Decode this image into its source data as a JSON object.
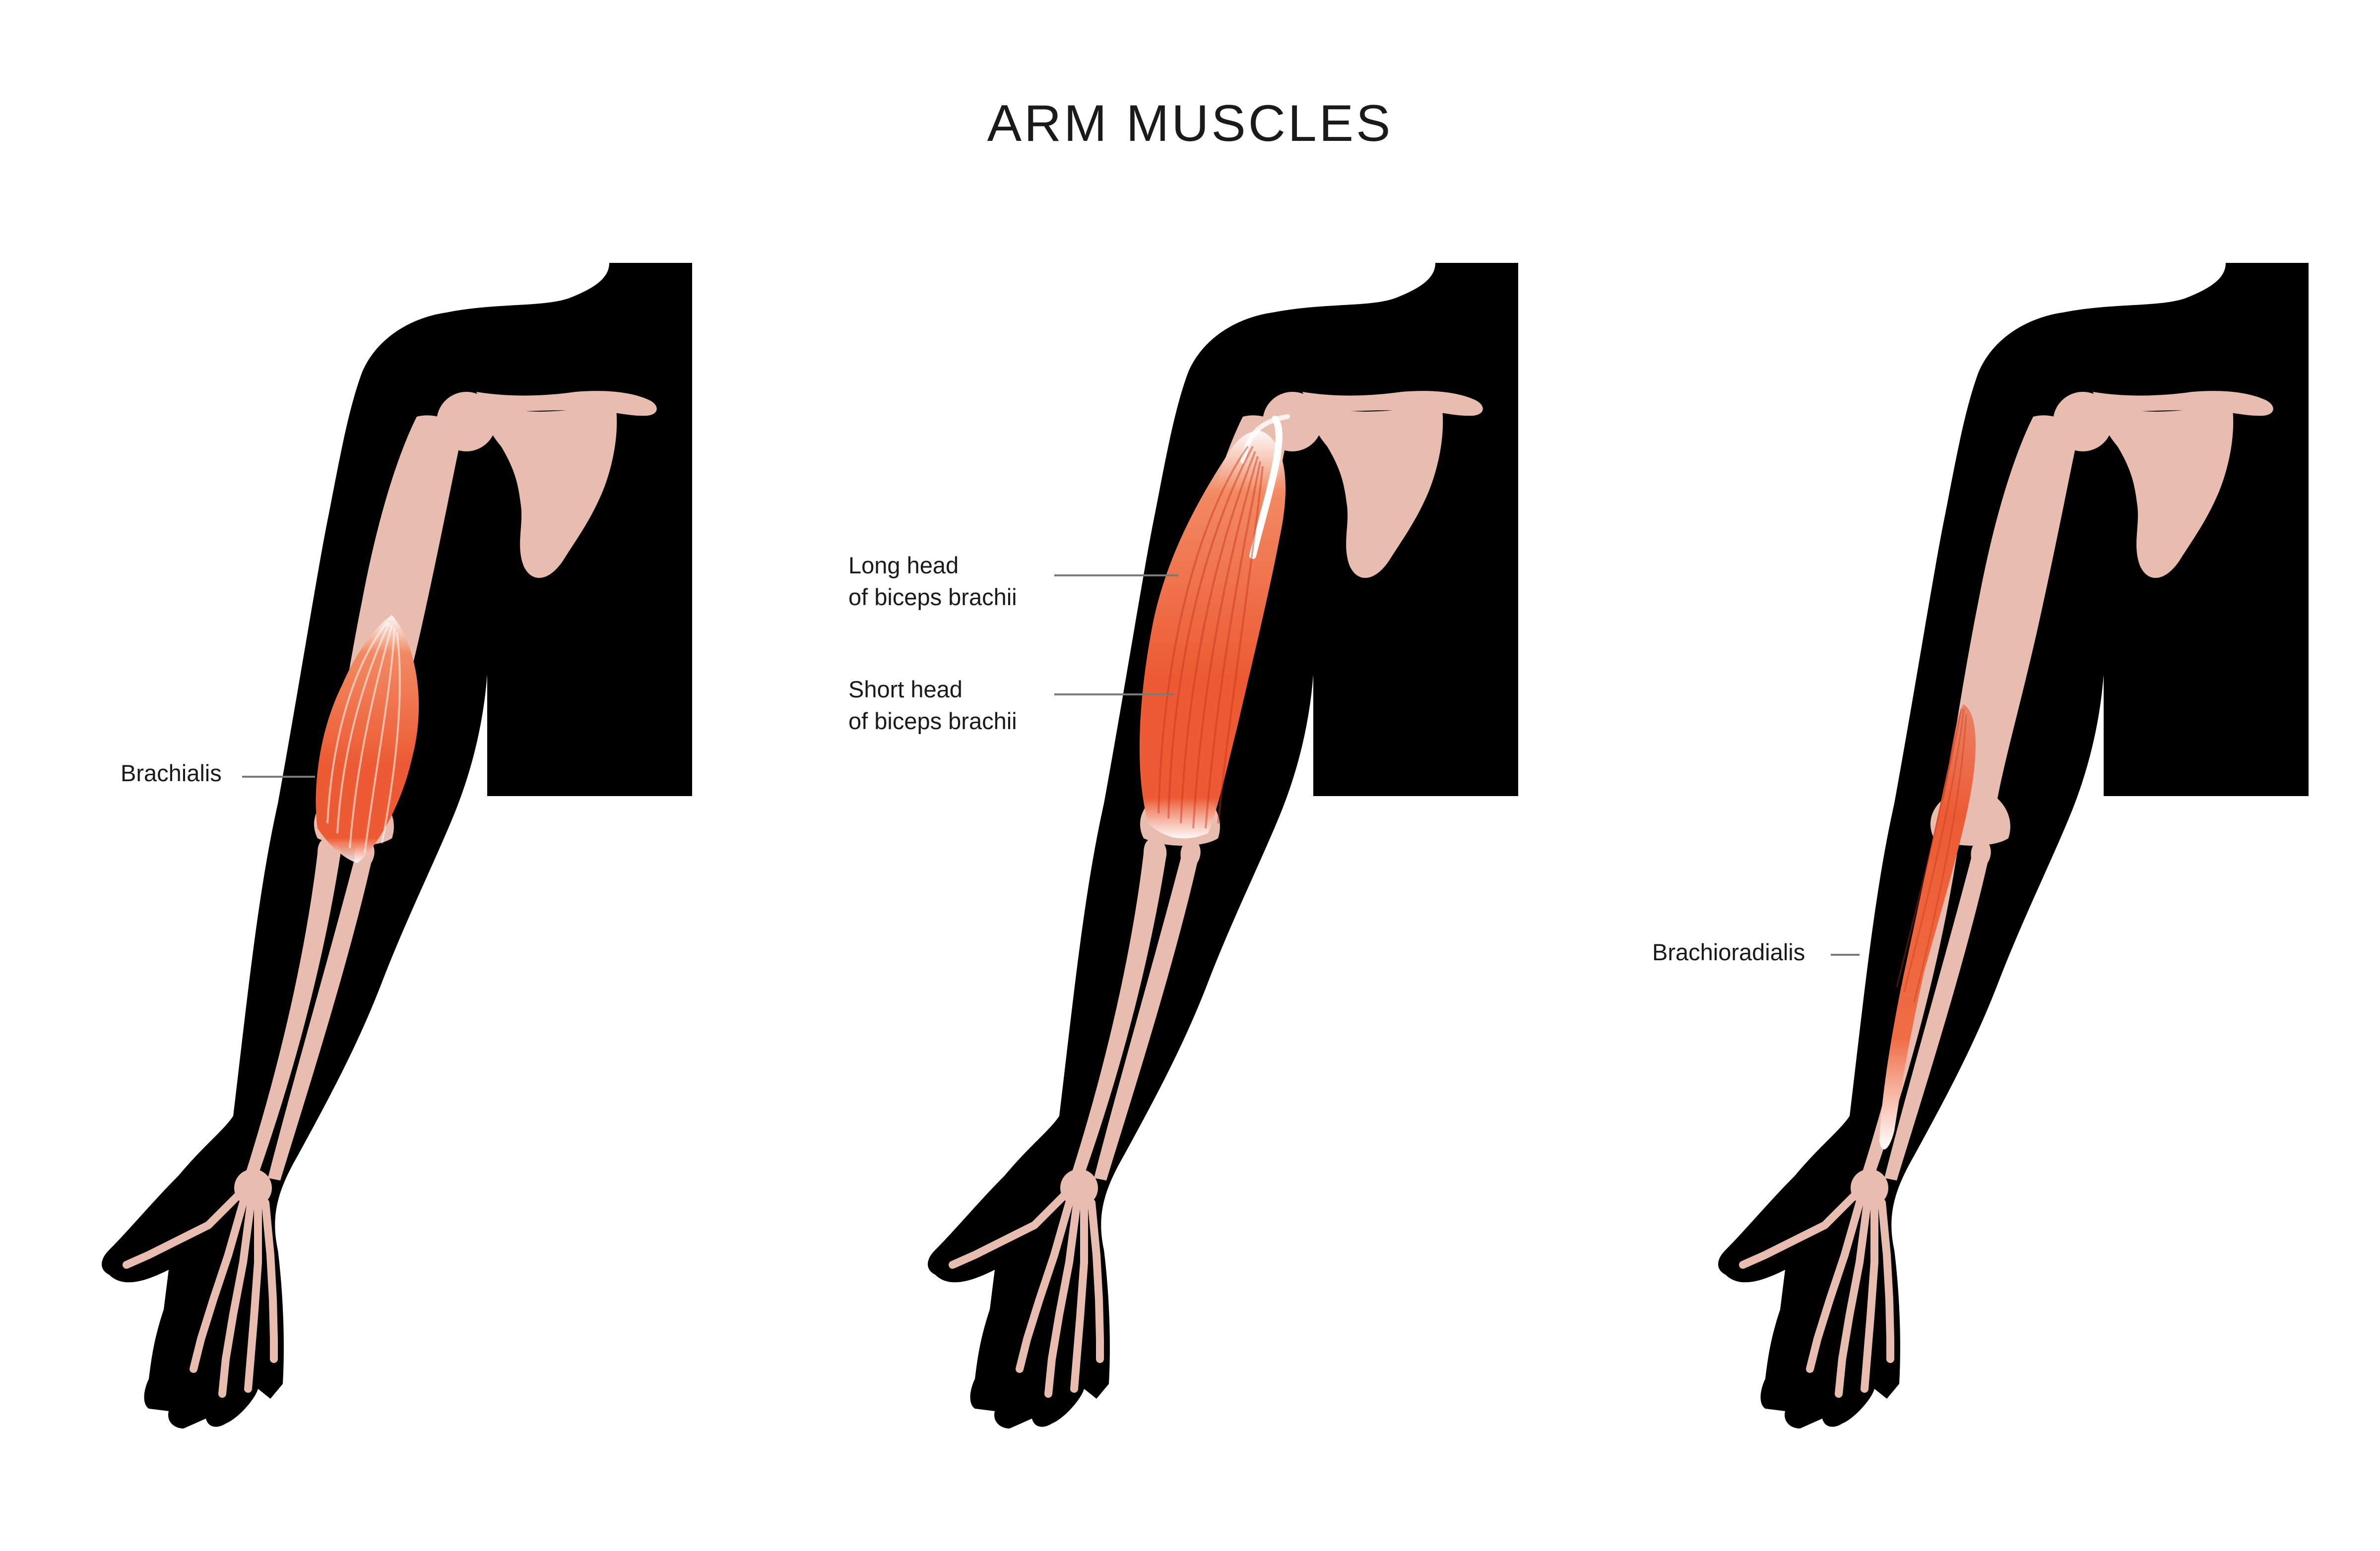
{
  "title": "ARM MUSCLES",
  "colors": {
    "silhouette": "#000000",
    "bone": "#e8bcae",
    "muscle": "#ec5b34",
    "muscle_light": "#f7a07c",
    "tendon": "#ffffff",
    "leader_line": "#7a7a7a"
  },
  "panels": [
    {
      "labels": [
        {
          "lines": [
            "Brachialis"
          ]
        }
      ]
    },
    {
      "labels": [
        {
          "lines": [
            "Long head",
            "of biceps brachii"
          ]
        },
        {
          "lines": [
            "Short head",
            "of biceps brachii"
          ]
        }
      ]
    },
    {
      "labels": [
        {
          "lines": [
            "Brachioradialis"
          ]
        }
      ]
    }
  ]
}
